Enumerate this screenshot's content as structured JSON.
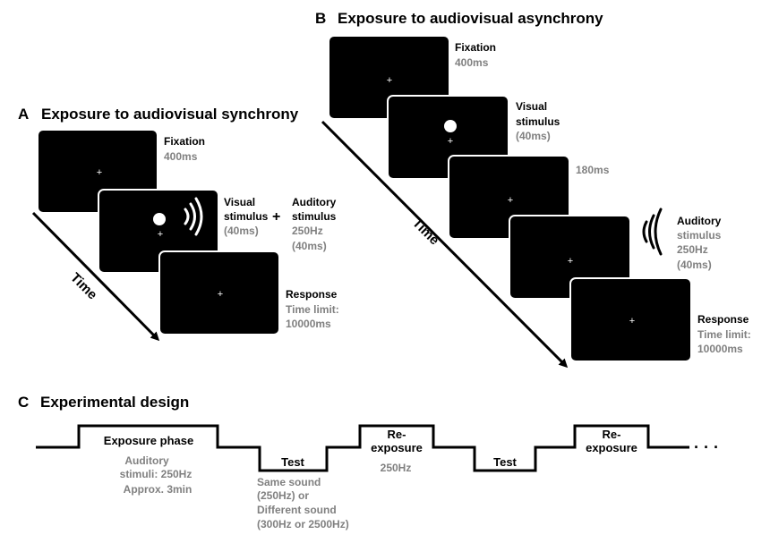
{
  "panel_a": {
    "letter": "A",
    "title": "Exposure to audiovisual synchrony",
    "time_label": "Time",
    "fixation": {
      "label": "Fixation",
      "duration": "400ms"
    },
    "visual": {
      "line1": "Visual",
      "line2": "stimulus",
      "duration": "(40ms)"
    },
    "plus_sign": "+",
    "auditory": {
      "line1": "Auditory",
      "line2": "stimulus",
      "freq": "250Hz",
      "duration": "(40ms)"
    },
    "response": {
      "label": "Response",
      "line1": "Time limit:",
      "line2": "10000ms"
    }
  },
  "panel_b": {
    "letter": "B",
    "title": "Exposure to audiovisual asynchrony",
    "time_label": "Time",
    "fixation": {
      "label": "Fixation",
      "duration": "400ms"
    },
    "visual": {
      "line1": "Visual",
      "line2": "stimulus",
      "duration": "(40ms)"
    },
    "gap": {
      "duration": "180ms"
    },
    "auditory": {
      "line1": "Auditory",
      "line2": "stimulus",
      "freq": "250Hz",
      "duration": "(40ms)"
    },
    "response": {
      "label": "Response",
      "line1": "Time limit:",
      "line2": "10000ms"
    }
  },
  "panel_c": {
    "letter": "C",
    "title": "Experimental design",
    "exposure": {
      "label": "Exposure phase",
      "note1": "Auditory",
      "note2": "stimuli: 250Hz",
      "note3": "Approx. 3min"
    },
    "test1": {
      "label": "Test",
      "note1": "Same sound",
      "note2": "(250Hz) or",
      "note3": "Different sound",
      "note4": "(300Hz or 2500Hz)"
    },
    "reexposure1": {
      "line1": "Re-",
      "line2": "exposure",
      "note": "250Hz"
    },
    "test2": {
      "label": "Test"
    },
    "reexposure2": {
      "line1": "Re-",
      "line2": "exposure"
    },
    "ellipsis": "· · ·"
  },
  "colors": {
    "screen": "#000000",
    "gray_text": "#808080",
    "frame_border": "#ffffff"
  },
  "icons": {
    "fixation": "fixation-cross-icon",
    "flash": "white-disc-icon",
    "sound": "sound-wave-icon"
  }
}
